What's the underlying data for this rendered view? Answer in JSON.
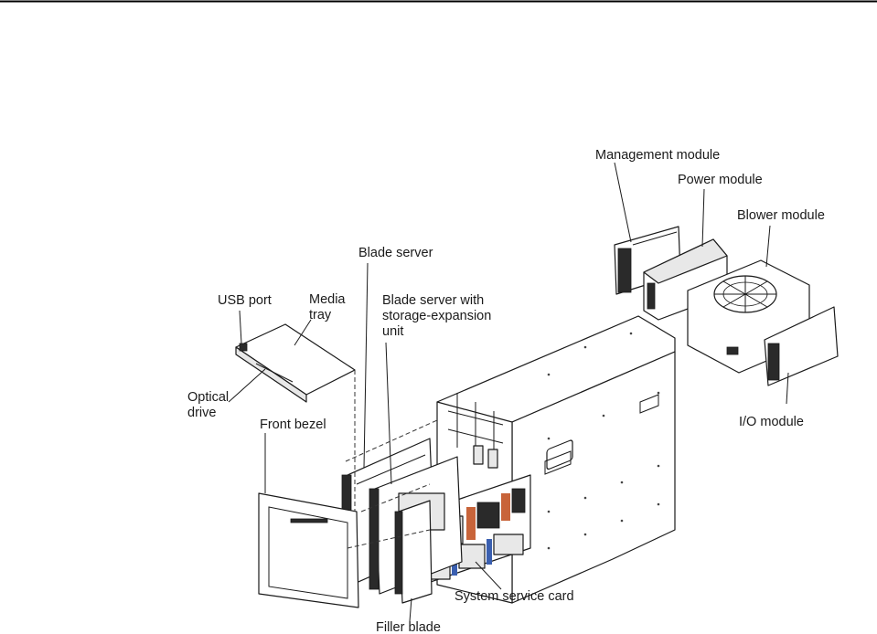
{
  "labels": {
    "management_module": "Management module",
    "power_module": "Power module",
    "blower_module": "Blower module",
    "blade_server": "Blade server",
    "usb_port": "USB port",
    "media_tray_1": "Media",
    "media_tray_2": "tray",
    "blade_storage_1": "Blade server with",
    "blade_storage_2": "storage-expansion",
    "blade_storage_3": "unit",
    "optical_drive_1": "Optical",
    "optical_drive_2": "drive",
    "io_module": "I/O module",
    "front_bezel": "Front bezel",
    "system_service_card": "System service card",
    "filler_blade": "Filler blade"
  },
  "colors": {
    "line": "#1a1a1a",
    "accent_blue": "#3a5fb0",
    "accent_orange": "#c8643a"
  }
}
